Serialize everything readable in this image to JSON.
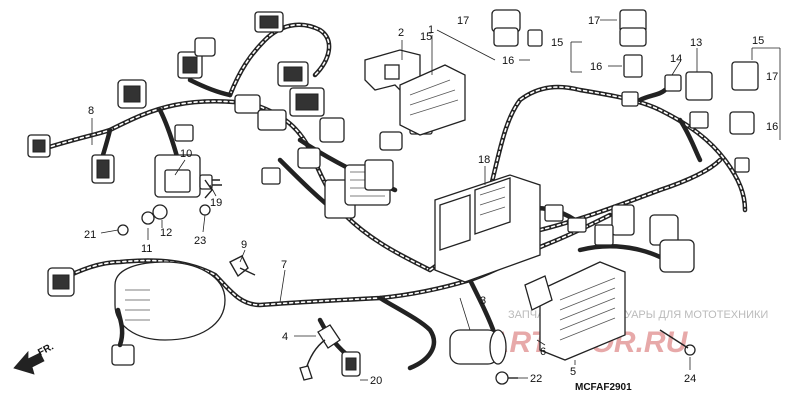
{
  "labels": {
    "n1": "1",
    "n2": "2",
    "n3": "3",
    "n4": "4",
    "n5": "5",
    "n6": "6",
    "n7": "7",
    "n8": "8",
    "n9": "9",
    "n10": "10",
    "n11": "11",
    "n12": "12",
    "n13": "13",
    "n14": "14",
    "n15a": "15",
    "n15b": "15",
    "n15c": "15",
    "n16a": "16",
    "n16b": "16",
    "n16c": "16",
    "n17a": "17",
    "n17b": "17",
    "n17c": "17",
    "n18": "18",
    "n19": "19",
    "n20": "20",
    "n21": "21",
    "n22": "22",
    "n23": "23",
    "n24": "24"
  },
  "direction_label": "FR.",
  "diagram_code": "MCFAF2901",
  "watermark": {
    "tagline": "ЗАПЧАСТИ И АКСЕССУАРЫ ДЛЯ МОТОТЕХНИКИ",
    "logo": "PARTSDOR.RU"
  },
  "colors": {
    "line": "#222222",
    "watermark_logo": "#e7a9a9",
    "watermark_text": "#bbbbbb"
  }
}
